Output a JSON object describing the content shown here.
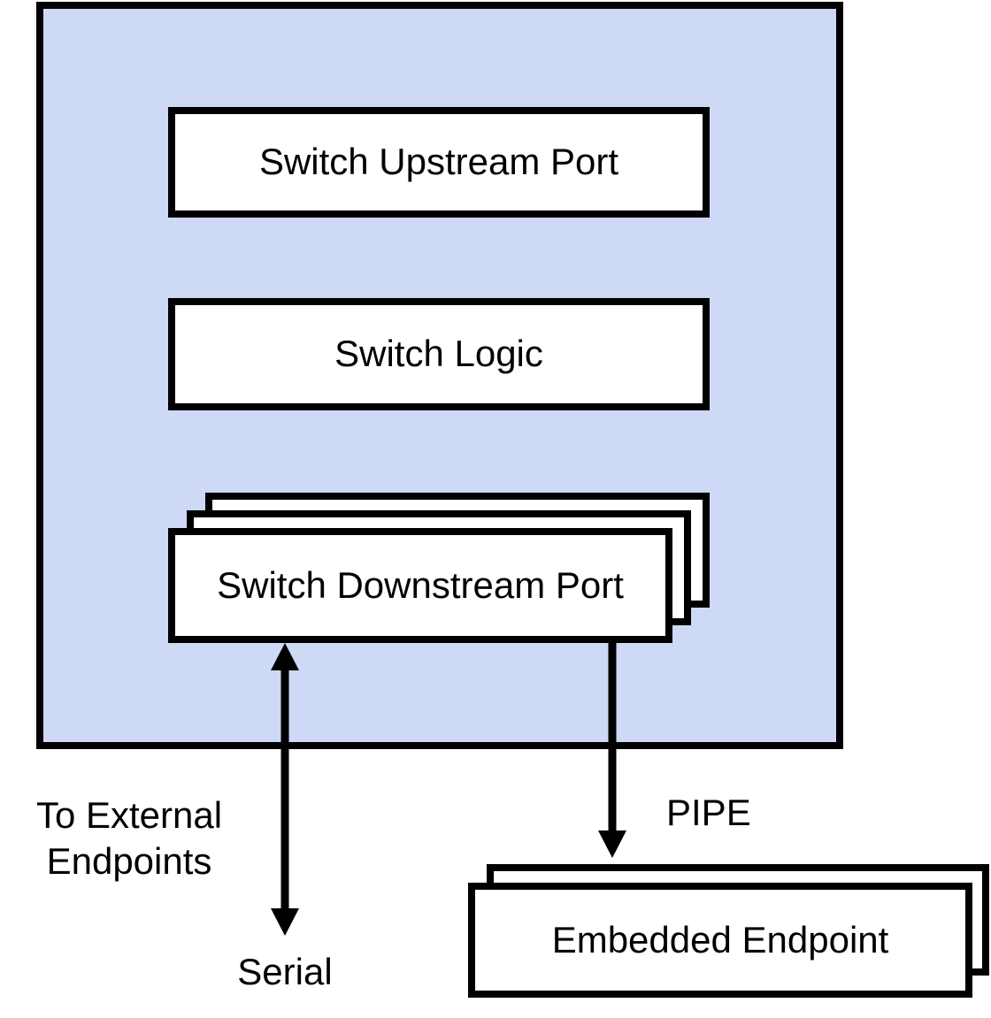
{
  "diagram": {
    "title_hint": "Switch with embedded endpoints block diagram",
    "switch": {
      "upstream_port_label": "Switch Upstream Port",
      "logic_label": "Switch Logic",
      "downstream_port_label": "Switch Downstream Port",
      "downstream_stack_count": 3
    },
    "embedded_endpoint": {
      "label": "Embedded Endpoint",
      "stack_count": 2
    },
    "labels": {
      "to_external_line1": "To External",
      "to_external_line2": "Endpoints",
      "serial": "Serial",
      "pipe": "PIPE"
    },
    "arrows": {
      "serial": "double-headed vertical arrow between Switch Downstream Port and external serial link",
      "pipe": "single-headed arrow from Switch Downstream Port to Embedded Endpoint"
    },
    "colors": {
      "switch_fill": "#cdd9f5",
      "box_fill": "#ffffff",
      "stroke": "#000000"
    }
  }
}
